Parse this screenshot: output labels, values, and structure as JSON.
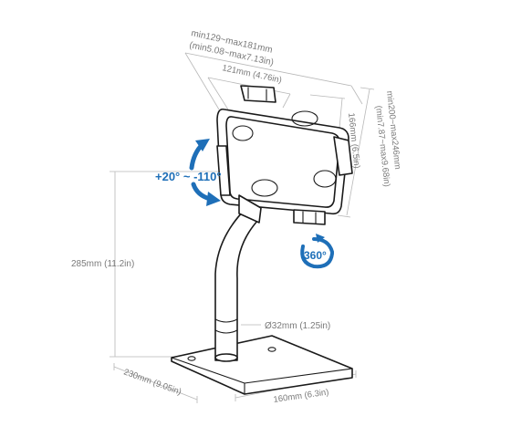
{
  "dimensions": {
    "top_width": "min129~max181mm",
    "top_width_in": "(min5.08~max7.13in)",
    "clamp_width": "121mm (4.76in)",
    "clamp_height": "166mm (6.5in)",
    "side_range": "min200~max246mm",
    "side_range_in": "(min7.87~max9.68in)",
    "total_height": "285mm (11.2in)",
    "tube_diameter": "Ø32mm (1.25in)",
    "base_depth": "230mm (9.05in)",
    "base_width": "160mm (6.3in)"
  },
  "rotation": {
    "tilt_label": "+20° ~ -110°",
    "spin_label": "360°"
  },
  "colors": {
    "accent": "#1e6fb8",
    "dimension_text": "#7a7a7a",
    "outline": "#1a1a1a"
  }
}
